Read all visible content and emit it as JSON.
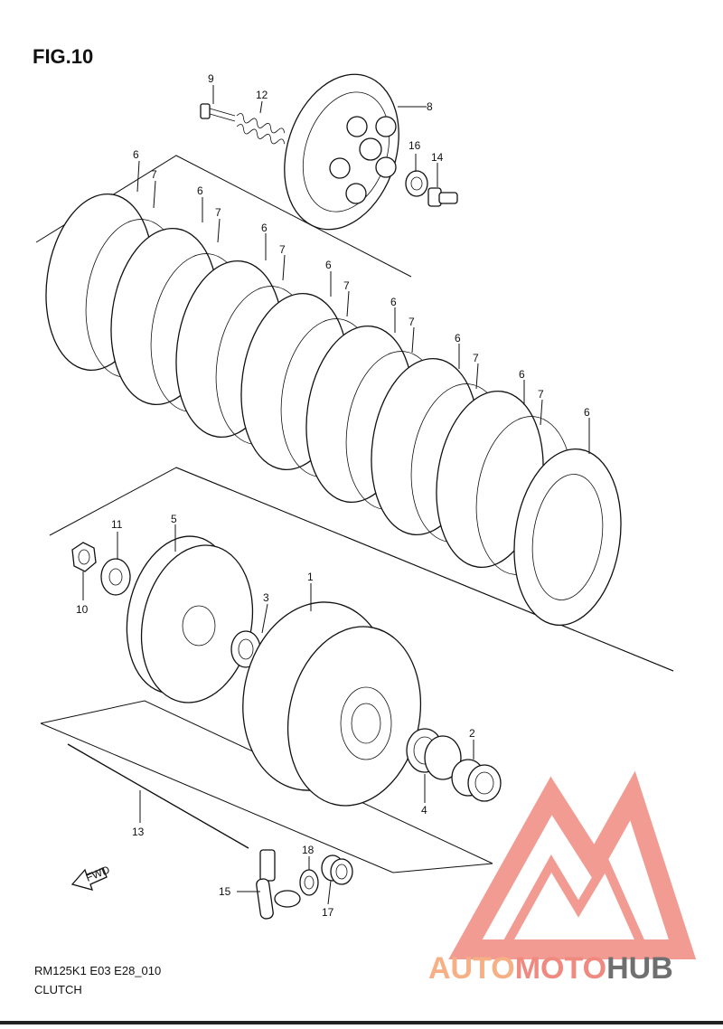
{
  "figure": {
    "title": "FIG.10",
    "model_code": "RM125K1 E03 E28_010",
    "section_name": "CLUTCH",
    "fwd_arrow_label": "FWD"
  },
  "callouts": {
    "c1": "1",
    "c2": "2",
    "c3": "3",
    "c4": "4",
    "c5": "5",
    "c6a": "6",
    "c6b": "6",
    "c6c": "6",
    "c6d": "6",
    "c6e": "6",
    "c6f": "6",
    "c6g": "6",
    "c6h": "6",
    "c7a": "7",
    "c7b": "7",
    "c7c": "7",
    "c7d": "7",
    "c7e": "7",
    "c7f": "7",
    "c7g": "7",
    "c8": "8",
    "c9": "9",
    "c10": "10",
    "c11": "11",
    "c12": "12",
    "c13": "13",
    "c14": "14",
    "c15": "15",
    "c16": "16",
    "c17": "17",
    "c18": "18"
  },
  "watermark": {
    "part1": "AUTO",
    "part2": "MOTO",
    "part3": "HUB",
    "color_triangle_outer": "#f08a80",
    "color_text_auto": "#f7b085",
    "color_text_moto": "#f08a80",
    "color_text_hub": "#6f6f6f"
  }
}
